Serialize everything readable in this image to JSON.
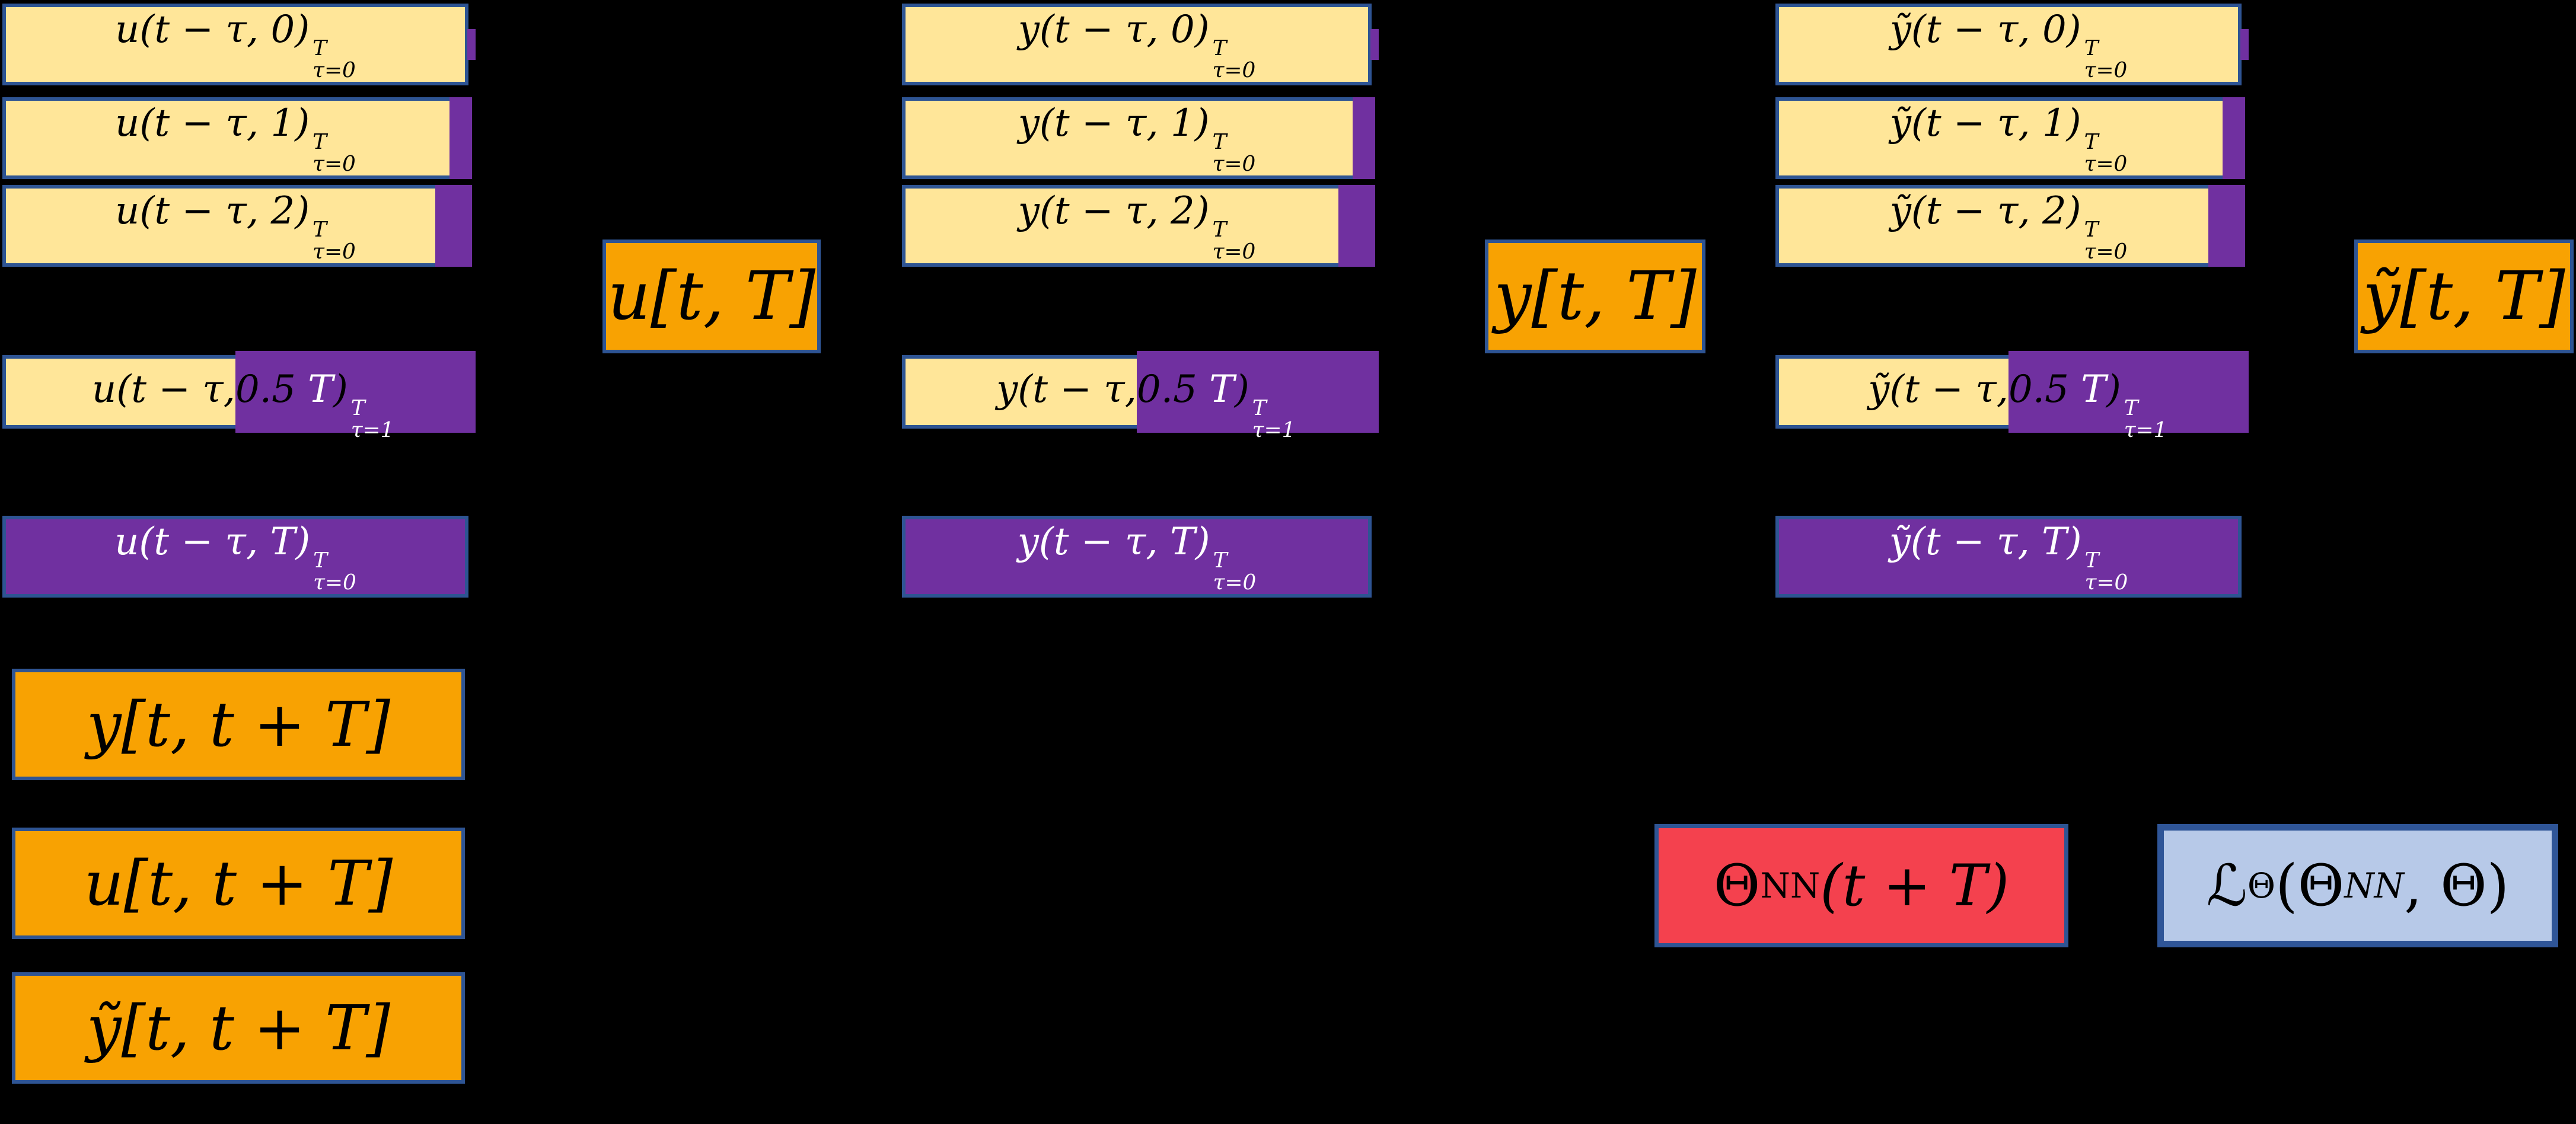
{
  "colors": {
    "background": "#000000",
    "cream": "#FFE699",
    "purple": "#7030A0",
    "border_blue": "#2E5493",
    "orange": "#F8A202",
    "red": "#F4414E",
    "light_blue": "#B7C9E8",
    "loss_border": "#2F5597",
    "text_dark": "#000000",
    "text_light": "#FFFFFF"
  },
  "columns": [
    {
      "letter": "u",
      "box_label": "u[t, T]",
      "rows": [
        {
          "formula": "u(t − τ, 0)",
          "sup": "T",
          "sub": "τ=0"
        },
        {
          "formula": "u(t − τ, 1)",
          "sup": "T",
          "sub": "τ=0"
        },
        {
          "formula": "u(t − τ, 2)",
          "sup": "T",
          "sub": "τ=0"
        },
        {
          "left": "u(t − τ,",
          "frac": "0.5 ",
          "t": "T",
          "close": ")",
          "sup": "T",
          "sub": "τ=1"
        },
        {
          "formula": "u(t − τ, T)",
          "sup": "T",
          "sub": "τ=0"
        }
      ]
    },
    {
      "letter": "y",
      "box_label": "y[t, T]",
      "rows": [
        {
          "formula": "y(t − τ, 0)",
          "sup": "T",
          "sub": "τ=0"
        },
        {
          "formula": "y(t − τ, 1)",
          "sup": "T",
          "sub": "τ=0"
        },
        {
          "formula": "y(t − τ, 2)",
          "sup": "T",
          "sub": "τ=0"
        },
        {
          "left": "y(t − τ,",
          "frac": "0.5 ",
          "t": "T",
          "close": ")",
          "sup": "T",
          "sub": "τ=1"
        },
        {
          "formula": "y(t − τ, T)",
          "sup": "T",
          "sub": "τ=0"
        }
      ]
    },
    {
      "letter": "ỹ",
      "box_label": "ỹ[t, T]",
      "rows": [
        {
          "formula": "ỹ(t − τ, 0)",
          "sup": "T",
          "sub": "τ=0"
        },
        {
          "formula": "ỹ(t − τ, 1)",
          "sup": "T",
          "sub": "τ=0"
        },
        {
          "formula": "ỹ(t − τ, 2)",
          "sup": "T",
          "sub": "τ=0"
        },
        {
          "left": "ỹ(t − τ,",
          "frac": "0.5 ",
          "t": "T",
          "close": ")",
          "sup": "T",
          "sub": "τ=1"
        },
        {
          "formula": "ỹ(t − τ, T)",
          "sup": "T",
          "sub": "τ=0"
        }
      ]
    }
  ],
  "bottom_boxes": [
    {
      "label": "y[t, t + T]"
    },
    {
      "label": "u[t, t + T]"
    },
    {
      "label": "ỹ[t, t + T]"
    }
  ],
  "prediction_box": {
    "theta": "Θ",
    "sub": "NN",
    "args": "(t + T)"
  },
  "loss_box": {
    "script_l": "ℒ",
    "sub_theta": "Θ",
    "open_theta": "(Θ",
    "sub_nn": "NN",
    "close": ", Θ)"
  }
}
